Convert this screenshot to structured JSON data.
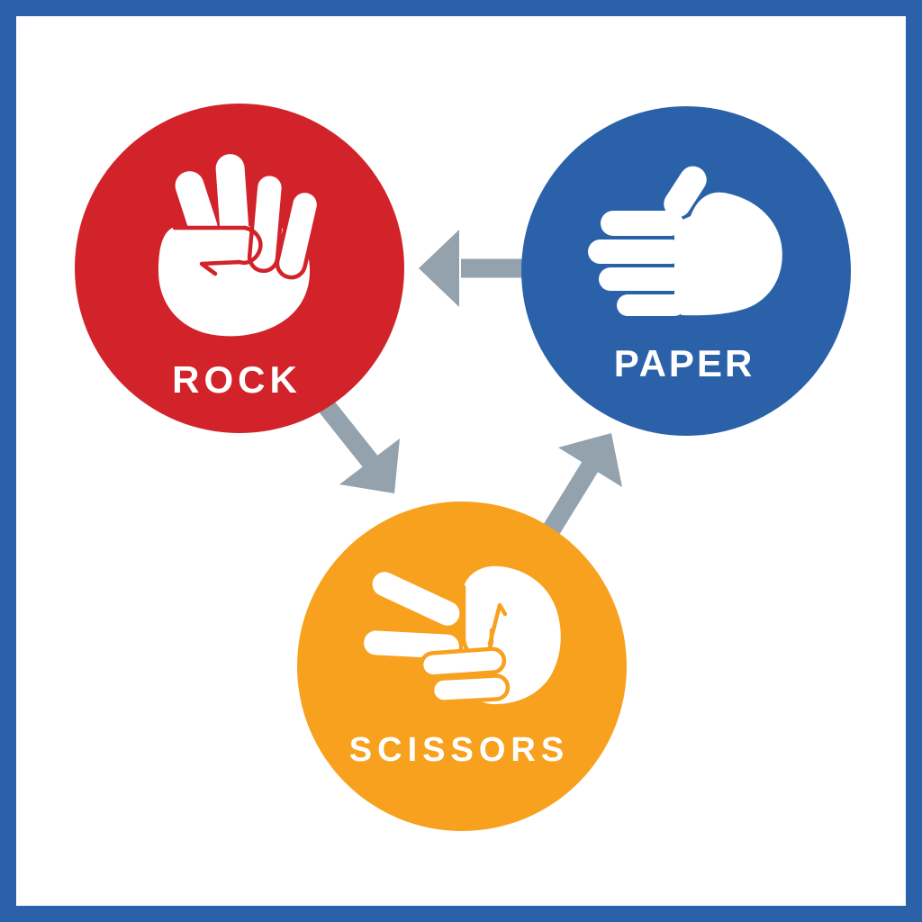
{
  "frame": {
    "border_color": "#2A61A9",
    "background": "#FFFFFF"
  },
  "labels": {
    "color": "#FFFFFF"
  },
  "arrows": {
    "color": "#93A2AC",
    "links": [
      {
        "from": "PAPER",
        "to": "ROCK"
      },
      {
        "from": "ROCK",
        "to": "SCISSORS"
      },
      {
        "from": "SCISSORS",
        "to": "PAPER"
      }
    ]
  },
  "nodes": {
    "rock": {
      "label": "ROCK",
      "color": "#D2232A",
      "icon": "fist-icon"
    },
    "paper": {
      "label": "PAPER",
      "color": "#2A61A9",
      "icon": "flat-hand-icon"
    },
    "scissors": {
      "label": "SCISSORS",
      "color": "#F7A11E",
      "icon": "scissors-hand-icon"
    }
  }
}
